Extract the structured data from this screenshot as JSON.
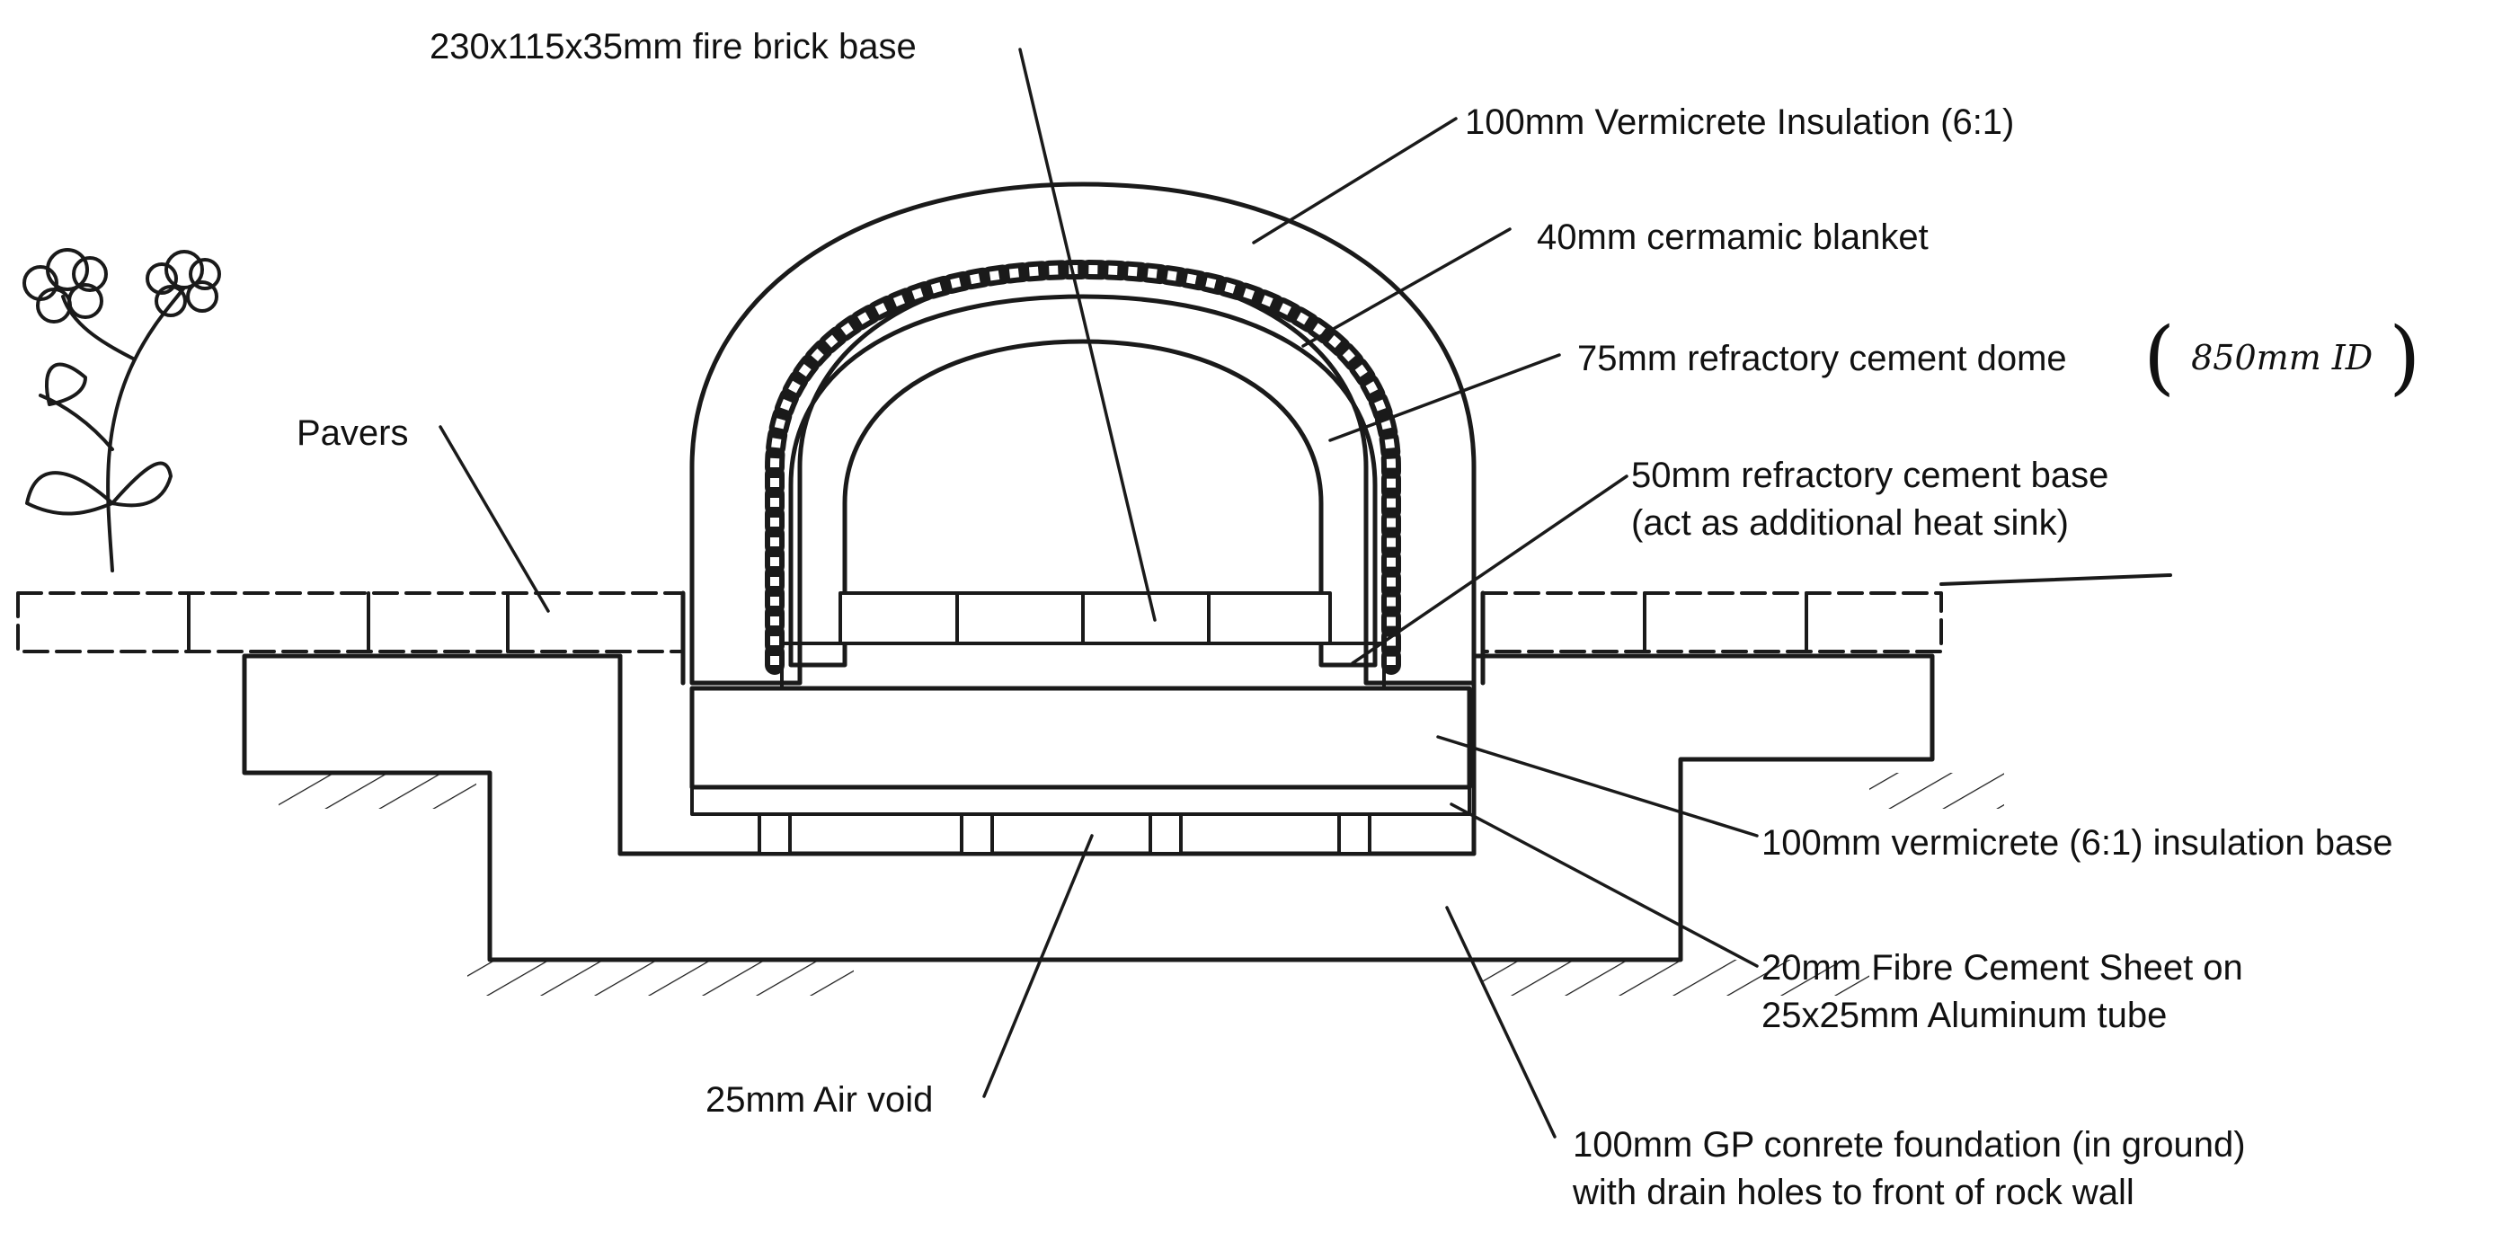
{
  "labels": {
    "fire_brick_base": "230x115x35mm fire brick base",
    "vermicrete_insulation": "100mm Vermicrete Insulation (6:1)",
    "ceramic_blanket": "40mm cermamic blanket",
    "refractory_dome": "75mm refractory cement dome",
    "dome_id_note": "850mm ID",
    "refractory_base_line1": "50mm refractory cement base",
    "refractory_base_line2": "(act as additional heat sink)",
    "pavers": "Pavers",
    "vermicrete_base": "100mm vermicrete (6:1) insulation base",
    "fibre_cement_line1": "20mm Fibre Cement Sheet on",
    "fibre_cement_line2": "25x25mm Aluminum tube",
    "air_void": "25mm Air void",
    "foundation_line1": "100mm GP conrete foundation (in ground)",
    "foundation_line2": "with drain holes to front of rock wall"
  },
  "colors": {
    "ink": "#1a1a1a",
    "paper": "#ffffff"
  },
  "icons": {
    "plant": "flower-sketch-icon"
  }
}
